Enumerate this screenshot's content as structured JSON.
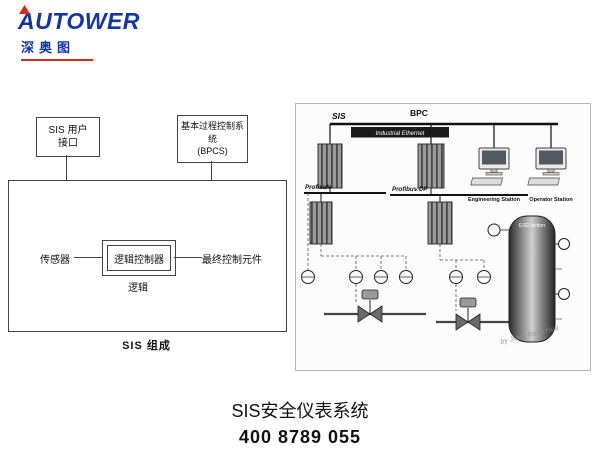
{
  "logo": {
    "brand": "AUTOWER",
    "chinese": "深奥图"
  },
  "block_diagram": {
    "user_line1": "SIS 用户",
    "user_line2": "接口",
    "bpcs_line1": "基本过程控制系统",
    "bpcs_line2": "(BPCS)",
    "sensor": "传感器",
    "controller": "逻辑控制器",
    "final_element": "最终控制元件",
    "logic": "逻辑",
    "caption": "SIS 组成"
  },
  "system_diagram": {
    "sis": "SIS",
    "bpc": "BPC",
    "ethernet": "Industrial Ethernet",
    "profisafe": "Profisafe",
    "profibus": "Profibus DP",
    "engineering_station": "Engineering Station",
    "operator_station": "Operator Station",
    "esd_action": "ESD action",
    "watermark": "by Jiang Rong Hua"
  },
  "footer": {
    "title": "SIS安全仪表系统",
    "phone": "400 8789 055"
  },
  "colors": {
    "brand_blue": "#1535a3",
    "accent_red": "#d42b1e"
  }
}
